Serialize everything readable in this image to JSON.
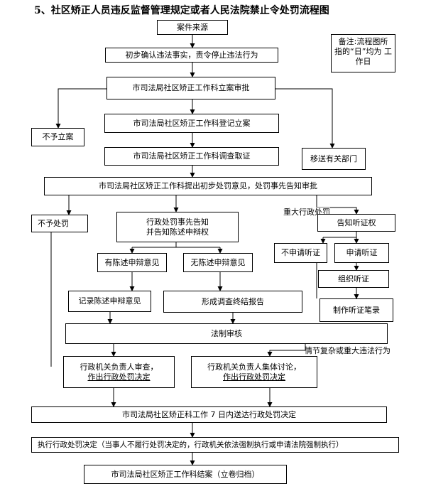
{
  "title": "5、社区矫正人员违反监督管理规定或者人民法院禁止令处罚流程图",
  "note": {
    "lines": [
      "备注:流程图所",
      "指的“日”均为",
      "工作日"
    ]
  },
  "nodes": {
    "source": "案件来源",
    "confirm": "初步确认违法事实，责令停止违法行为",
    "file": "市司法局社区矫正工作科立案审批",
    "no_file": "不予立案",
    "register": "市司法局社区矫正工作科登记立案",
    "investigate": "市司法局社区矫正工作科调查取证",
    "transfer": "移送有关部门",
    "opinion": "市司法局社区矫正工作科提出初步处罚意见，处罚事先告知审批",
    "no_penalty": "不予处罚",
    "notify_l1": "行政处罚事先告知",
    "notify_l2": "并告知陈述申辩权",
    "hearing_notice": "告知听证权",
    "no_hearing": "不申请听证",
    "apply_hearing": "申请听证",
    "organize_hearing": "组织听证",
    "hearing_record": "制作听证笔录",
    "has_defense": "有陈述申辩意见",
    "no_defense": "无陈述申辩意见",
    "record_defense": "记录陈述申辩意见",
    "final_report": "形成调查终结报告",
    "legal_review": "法制审核",
    "review_l1": "行政机关负责人审查，",
    "review_l2": "作出行政处罚决定",
    "collective_l1": "行政机关负责人集体讨论，",
    "collective_l2": "作出行政处罚决定",
    "deliver": "市司法局社区矫正科工作 7 日内送达行政处罚决定",
    "execute": "执行行政处罚决定（当事人不履行处罚决定的，行政机关依法强制执行或申请法院强制执行）",
    "close": "市司法局社区矫正工作科结案（立卷归档）"
  },
  "labels": {
    "major": "重大行政处罚",
    "complex": "情节复杂或重大违法行为"
  }
}
